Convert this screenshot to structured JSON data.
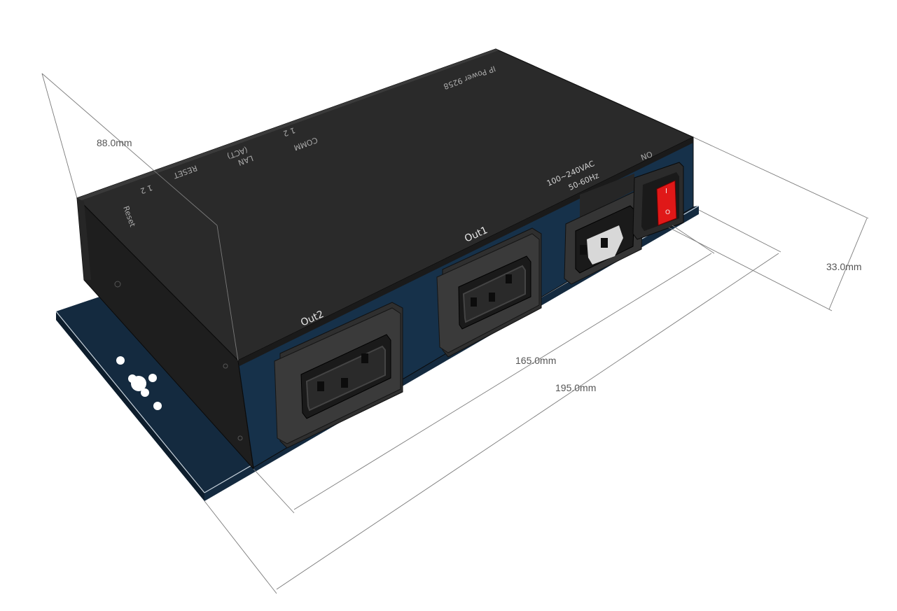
{
  "dimensions": {
    "depth": "88.0mm",
    "height": "33.0mm",
    "inner_length": "165.0mm",
    "outer_length": "195.0mm"
  },
  "lid_labels": {
    "model": "IP Power 9258",
    "reset": "Reset",
    "ports": "1  2",
    "reset2": "RESET",
    "lan": "LAN",
    "link": "(ACT)",
    "comm": "1  2",
    "comm2": "COMM",
    "on_off": "ON"
  },
  "panel": {
    "out2": "Out2",
    "out1": "Out1",
    "voltage": "100~240VAC",
    "frequency": "50-60Hz",
    "switch_on": "I",
    "switch_off": "O"
  },
  "colors": {
    "enclosure": "#2b2b2b",
    "plate": "#152b40",
    "socket": "#3a3a3a",
    "switch": "#e01818"
  }
}
